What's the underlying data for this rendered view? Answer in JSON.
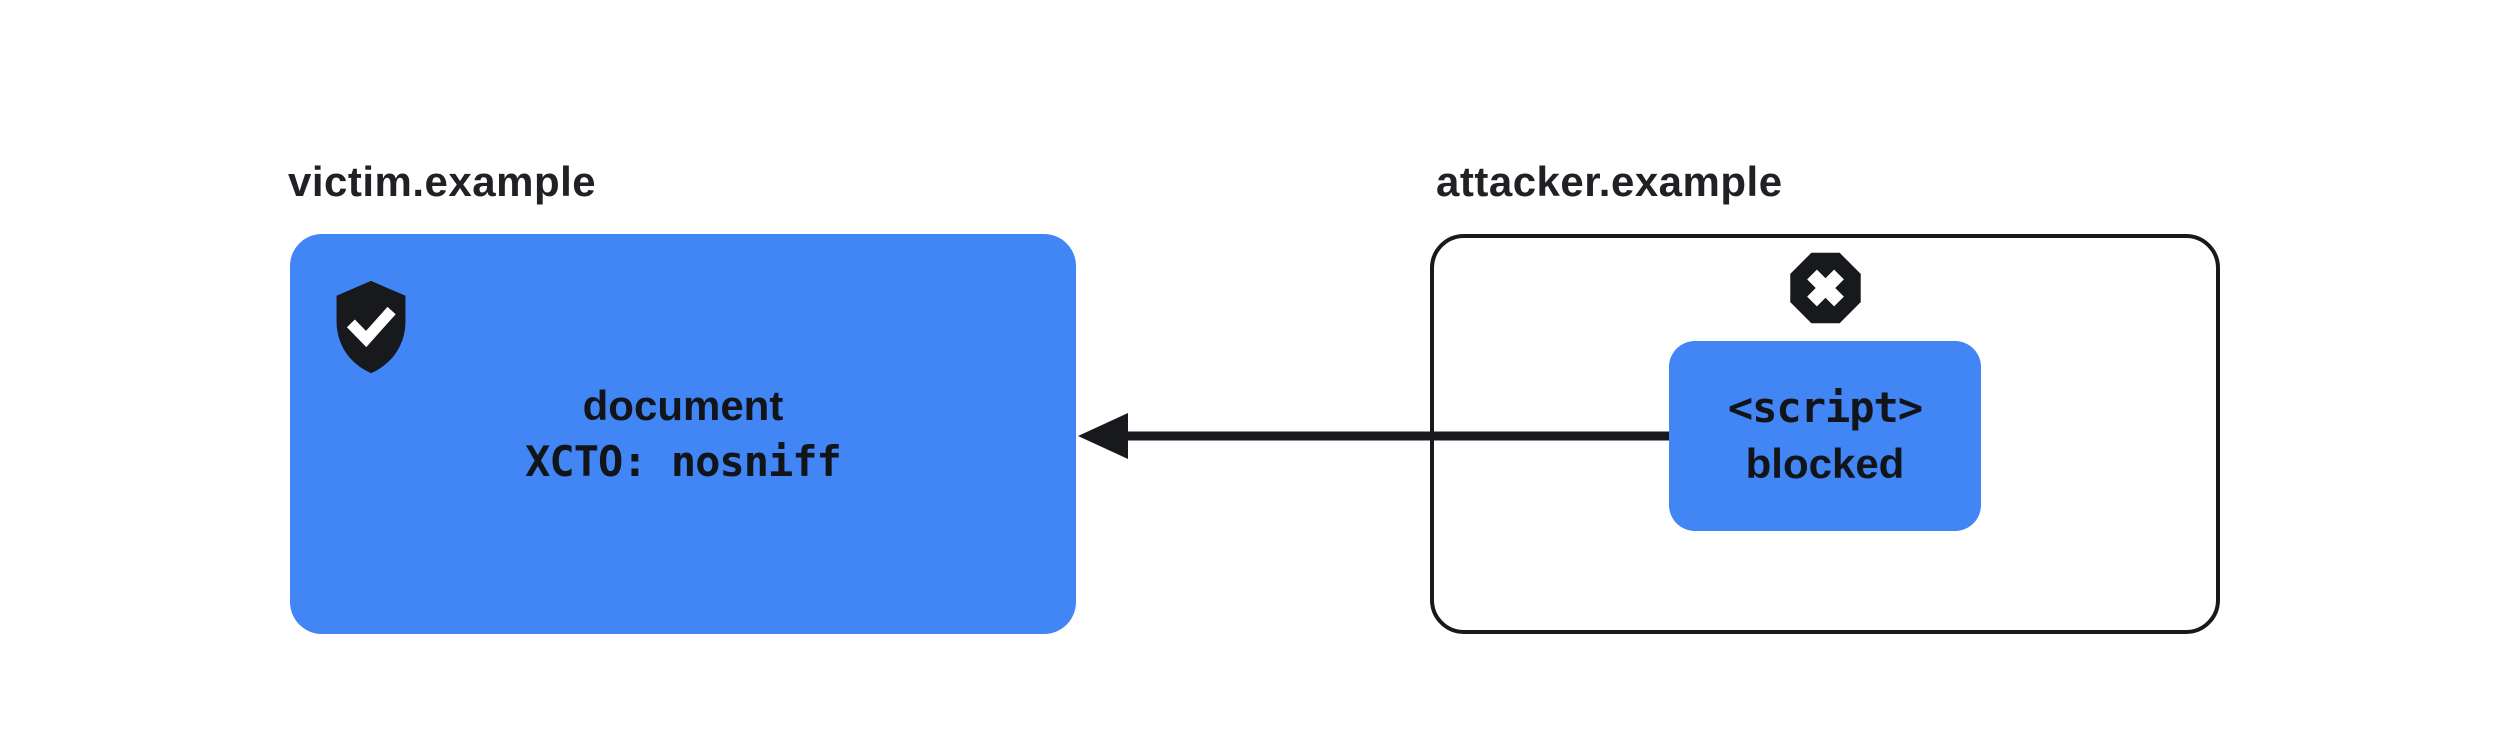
{
  "diagram": {
    "title_hint": "XCTO nosniff blocks cross-origin script",
    "colors": {
      "accent_blue": "#4285f4",
      "ink": "#17191c",
      "label_text": "#202124",
      "background": "#ffffff",
      "check_and_x": "#ffffff"
    },
    "victim": {
      "label": "victim.example",
      "badge_icon": "shield-check-icon",
      "box_lines": {
        "resource": "document",
        "header": "XCTO: nosniff"
      }
    },
    "attacker": {
      "label": "attacker.example",
      "badge_icon": "octagon-x-icon",
      "script_box": {
        "element": "<script>",
        "status": "blocked"
      }
    },
    "arrow": {
      "direction": "right-to-left",
      "from": "script-blocked-box",
      "to": "victim-document-box"
    }
  }
}
